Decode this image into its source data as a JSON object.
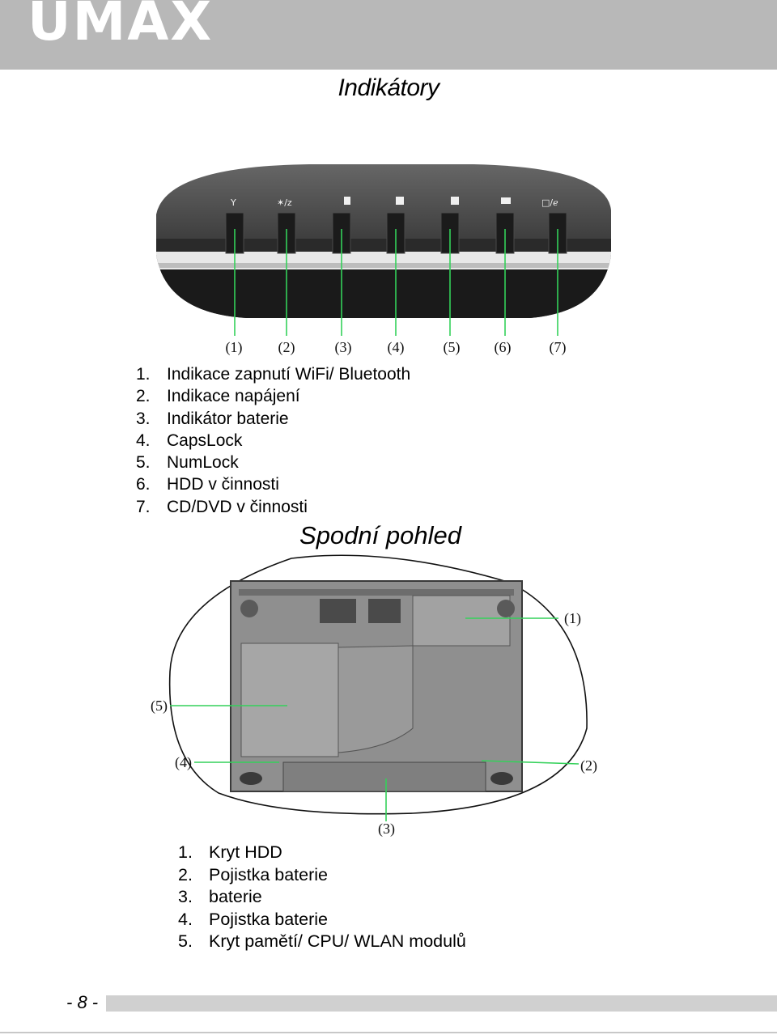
{
  "header": {
    "logo_text": "UMAX"
  },
  "section1": {
    "title": "Indikátory",
    "callouts": [
      "(1)",
      "(2)",
      "(3)",
      "(4)",
      "(5)",
      "(6)",
      "(7)"
    ],
    "items": [
      {
        "num": "1.",
        "label": "Indikace zapnutí WiFi/ Bluetooth"
      },
      {
        "num": "2.",
        "label": "Indikace napájení"
      },
      {
        "num": "3.",
        "label": "Indikátor baterie"
      },
      {
        "num": "4.",
        "label": "CapsLock"
      },
      {
        "num": "5.",
        "label": "NumLock"
      },
      {
        "num": "6.",
        "label": "HDD v činnosti"
      },
      {
        "num": "7.",
        "label": "CD/DVD v činnosti"
      }
    ]
  },
  "section2": {
    "title": "Spodní pohled",
    "callouts": [
      "(1)",
      "(2)",
      "(3)",
      "(4)",
      "(5)"
    ],
    "items": [
      {
        "num": "1.",
        "label": "Kryt HDD"
      },
      {
        "num": "2.",
        "label": "Pojistka baterie"
      },
      {
        "num": "3.",
        "label": "baterie"
      },
      {
        "num": "4.",
        "label": "Pojistka baterie"
      },
      {
        "num": "5.",
        "label": "Kryt pamětí/ CPU/ WLAN modulů"
      }
    ]
  },
  "footer": {
    "page_number": "- 8 -"
  },
  "colors": {
    "header_gray": "#b8b8b8",
    "callout_green": "#34d15a"
  }
}
